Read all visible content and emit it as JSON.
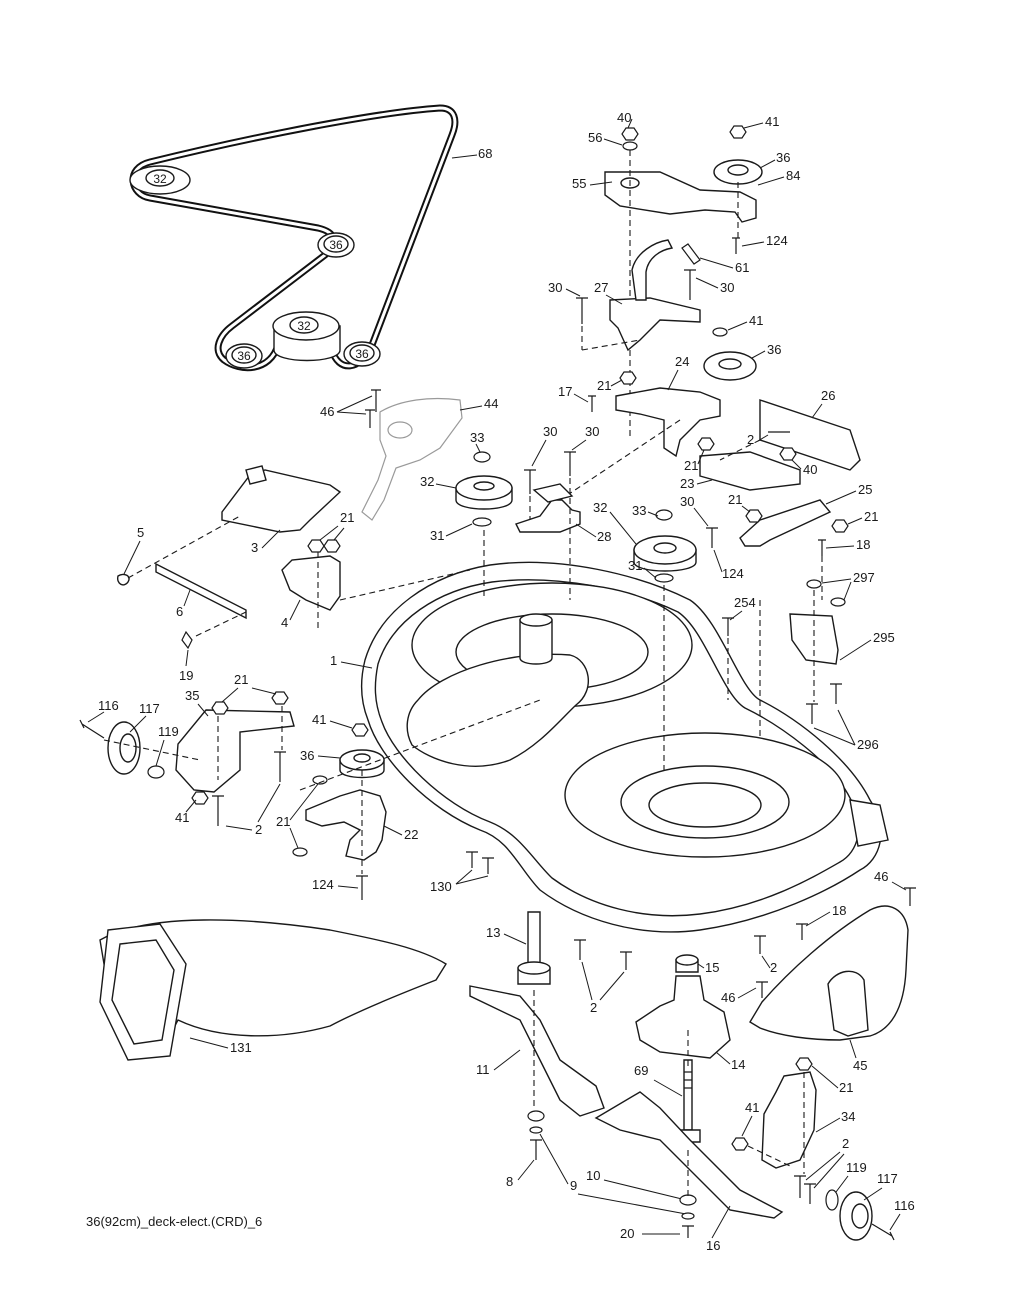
{
  "diagram": {
    "caption": "36(92cm)_deck-elect.(CRD)_6",
    "belt_pulleys": [
      "32",
      "36",
      "32",
      "36",
      "36"
    ],
    "callouts": {
      "c40a": "40",
      "c41a": "41",
      "c56": "56",
      "c36a": "36",
      "c84": "84",
      "c55": "55",
      "c124a": "124",
      "c61": "61",
      "c30a": "30",
      "c27": "27",
      "c30b": "30",
      "c41b": "41",
      "c36b": "36",
      "c17": "17",
      "c21a": "21",
      "c24": "24",
      "c26": "26",
      "c2a": "2",
      "c21b": "21",
      "c40b": "40",
      "c23": "23",
      "c33a": "33",
      "c30c": "30",
      "c30d": "30",
      "c25": "25",
      "c32a": "32",
      "c21c": "21",
      "c21d": "21",
      "c31a": "31",
      "c28": "28",
      "c33b": "33",
      "c30e": "30",
      "c32b": "32",
      "c18a": "18",
      "c124b": "124",
      "c31b": "31",
      "c297": "297",
      "c254": "254",
      "c295": "295",
      "c296": "296",
      "c46a": "46",
      "c44": "44",
      "c68": "68",
      "c5": "5",
      "c3": "3",
      "c21e": "21",
      "c6": "6",
      "c4": "4",
      "c19": "19",
      "c1": "1",
      "c21f": "21",
      "c116a": "116",
      "c117a": "117",
      "c35": "35",
      "c119a": "119",
      "c41c": "41",
      "c2b": "2",
      "c41d": "41",
      "c36c": "36",
      "c21g": "21",
      "c22": "22",
      "c124c": "124",
      "c130": "130",
      "c13": "13",
      "c46b": "46",
      "c18b": "18",
      "c15": "15",
      "c2c": "2",
      "c46c": "46",
      "c2d": "2",
      "c131": "131",
      "c14": "14",
      "c45": "45",
      "c11": "11",
      "c69": "69",
      "c21h": "21",
      "c41e": "41",
      "c34": "34",
      "c2e": "2",
      "c8": "8",
      "c9": "9",
      "c10": "10",
      "c119b": "119",
      "c117b": "117",
      "c116b": "116",
      "c20": "20",
      "c16": "16"
    }
  }
}
